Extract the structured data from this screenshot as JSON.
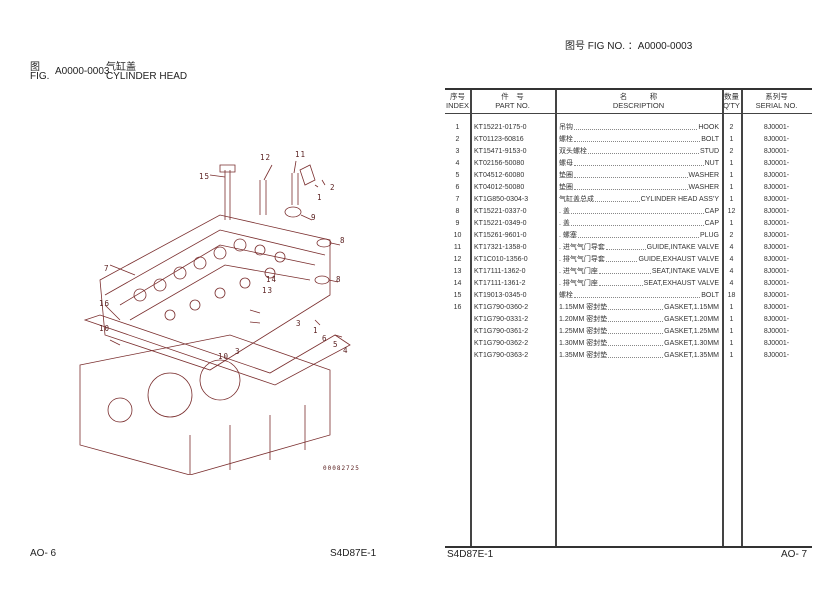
{
  "left_page": {
    "fig_cn": "图",
    "fig_en": "FIG.",
    "fig_no": "A0000-0003",
    "title_cn": "气缸盖",
    "title_en": "CYLINDER HEAD",
    "page": "AO- 6",
    "model": "S4D87E-1",
    "diagram": {
      "code": "00082725",
      "callouts": [
        "15",
        "12",
        "11",
        "1",
        "2",
        "9",
        "8",
        "7",
        "8",
        "16",
        "14",
        "13",
        "10",
        "10",
        "3",
        "3",
        "1",
        "6",
        "5",
        "4"
      ]
    }
  },
  "right_page": {
    "fig_label": "图号  FIG NO. ：A0000-0003",
    "page": "AO- 7",
    "model": "S4D87E-1",
    "headers": {
      "index_cn": "序号",
      "index_en": "INDEX",
      "part_cn": "件　号",
      "part_en": "PART NO.",
      "desc_cn": "名　　　称",
      "desc_en": "DESCRIPTION",
      "qty_cn": "数量",
      "qty_en": "Q'TY",
      "serial_cn": "系列号",
      "serial_en": "SERIAL NO."
    },
    "rows": [
      {
        "index": "1",
        "part": "KT15221-0175-0",
        "cn": "吊钩",
        "en": "HOOK",
        "qty": "2",
        "serial": "8J0001-"
      },
      {
        "index": "2",
        "part": "KT01123-60816",
        "cn": "螺栓",
        "en": "BOLT",
        "qty": "1",
        "serial": "8J0001-"
      },
      {
        "index": "3",
        "part": "KT15471-9153-0",
        "cn": "双头螺栓",
        "en": "STUD",
        "qty": "2",
        "serial": "8J0001-"
      },
      {
        "index": "4",
        "part": "KT02156-50080",
        "cn": "螺母",
        "en": "NUT",
        "qty": "1",
        "serial": "8J0001-"
      },
      {
        "index": "5",
        "part": "KT04512-60080",
        "cn": "垫圈",
        "en": "WASHER",
        "qty": "1",
        "serial": "8J0001-"
      },
      {
        "index": "6",
        "part": "KT04012-50080",
        "cn": "垫圈",
        "en": "WASHER",
        "qty": "1",
        "serial": "8J0001-"
      },
      {
        "index": "7",
        "part": "KT1G850-0304-3",
        "cn": "气缸盖总成",
        "en": "CYLINDER HEAD ASS'Y",
        "qty": "1",
        "serial": "8J0001-"
      },
      {
        "index": "8",
        "part": "KT15221-0337-0",
        "cn": ". 盖",
        "en": "CAP",
        "qty": "12",
        "serial": "8J0001-"
      },
      {
        "index": "9",
        "part": "KT15221-0349-0",
        "cn": ". 盖",
        "en": "CAP",
        "qty": "1",
        "serial": "8J0001-"
      },
      {
        "index": "10",
        "part": "KT15261-9601-0",
        "cn": ". 螺塞",
        "en": "PLUG",
        "qty": "2",
        "serial": "8J0001-"
      },
      {
        "index": "11",
        "part": "KT17321-1358-0",
        "cn": ". 进气气门导套",
        "en": "GUIDE,INTAKE VALVE",
        "qty": "4",
        "serial": "8J0001-"
      },
      {
        "index": "12",
        "part": "KT1C010-1356-0",
        "cn": ". 排气气门导套",
        "en": "GUIDE,EXHAUST VALVE",
        "qty": "4",
        "serial": "8J0001-"
      },
      {
        "index": "13",
        "part": "KT17111-1362-0",
        "cn": ". 进气气门座",
        "en": "SEAT,INTAKE VALVE",
        "qty": "4",
        "serial": "8J0001-"
      },
      {
        "index": "14",
        "part": "KT17111-1361-2",
        "cn": ". 排气气门座",
        "en": "SEAT,EXHAUST VALVE",
        "qty": "4",
        "serial": "8J0001-"
      },
      {
        "index": "15",
        "part": "KT19013-0345-0",
        "cn": "螺栓",
        "en": "BOLT",
        "qty": "18",
        "serial": "8J0001-"
      },
      {
        "index": "16",
        "part": "KT1G790-0360-2",
        "cn": "1.15MM 密封垫",
        "en": "GASKET,1.15MM",
        "qty": "1",
        "serial": "8J0001-"
      },
      {
        "index": "",
        "part": "KT1G790-0331-2",
        "cn": "1.20MM 密封垫",
        "en": "GASKET,1.20MM",
        "qty": "1",
        "serial": "8J0001-"
      },
      {
        "index": "",
        "part": "KT1G790-0361-2",
        "cn": "1.25MM 密封垫",
        "en": "GASKET,1.25MM",
        "qty": "1",
        "serial": "8J0001-"
      },
      {
        "index": "",
        "part": "KT1G790-0362-2",
        "cn": "1.30MM 密封垫",
        "en": "GASKET,1.30MM",
        "qty": "1",
        "serial": "8J0001-"
      },
      {
        "index": "",
        "part": "KT1G790-0363-2",
        "cn": "1.35MM 密封垫",
        "en": "GASKET,1.35MM",
        "qty": "1",
        "serial": "8J0001-"
      }
    ]
  },
  "colors": {
    "drawing": "#7a2e2e",
    "text": "#222222"
  }
}
